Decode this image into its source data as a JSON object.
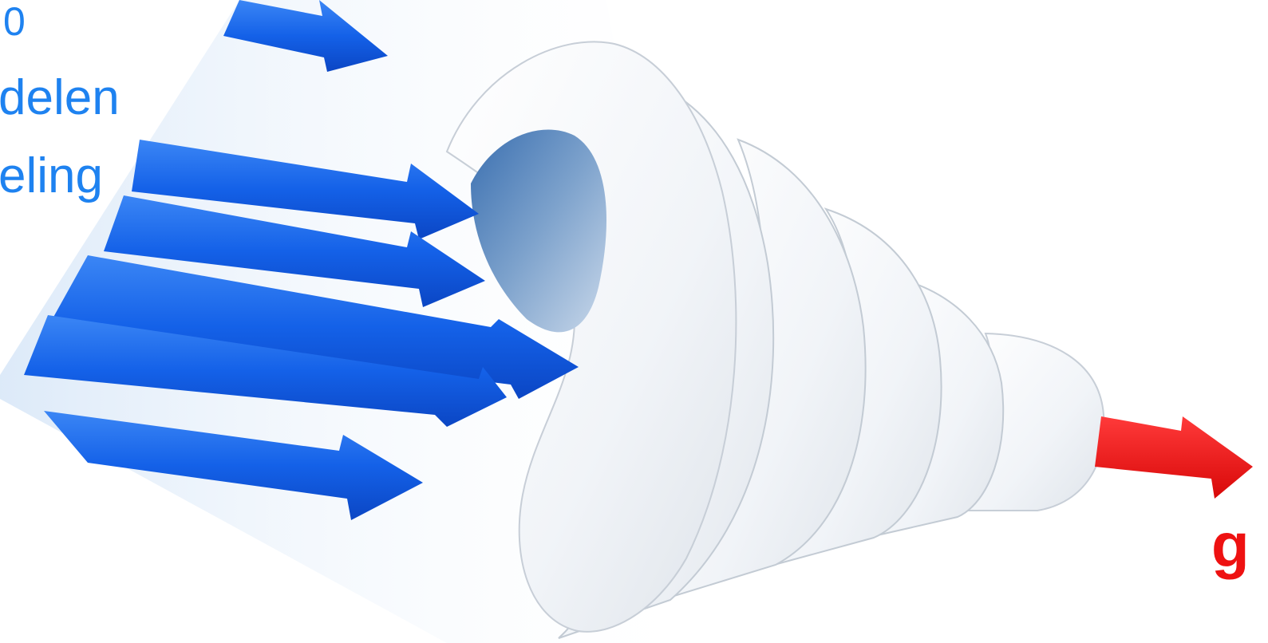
{
  "colors": {
    "input_text": "#1e82f0",
    "output_text": "#ee1111",
    "input_arrow": "#1a63e6",
    "output_arrow": "#ee1111",
    "funnel": "#f2f5f9"
  },
  "labels": {
    "input_line_1": "0",
    "input_line_2": "delen",
    "input_line_3": "eling",
    "output": "g"
  },
  "illustration": {
    "subject": "funnel-icon",
    "input_arrow_icon": "arrow-right-icon",
    "output_arrow_icon": "arrow-right-icon"
  }
}
